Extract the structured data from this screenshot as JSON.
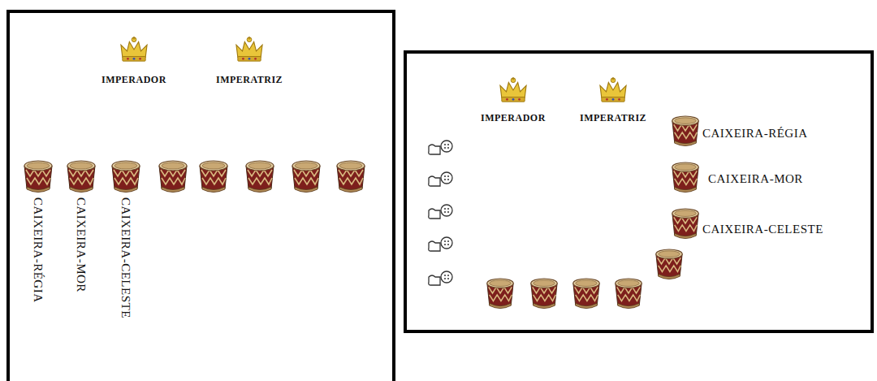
{
  "diagram": {
    "labels": [
      "IMPERADOR",
      "IMPERATRIZ",
      "CAIXEIRA-RÉGIA",
      "CAIXEIRA-MOR",
      "CAIXEIRA-CELESTE",
      "IMPERADOR",
      "IMPERATRIZ",
      "CAIXEIRA-RÉGIA",
      "CAIXEIRA-MOR",
      "CAIXEIRA-CELESTE"
    ]
  }
}
